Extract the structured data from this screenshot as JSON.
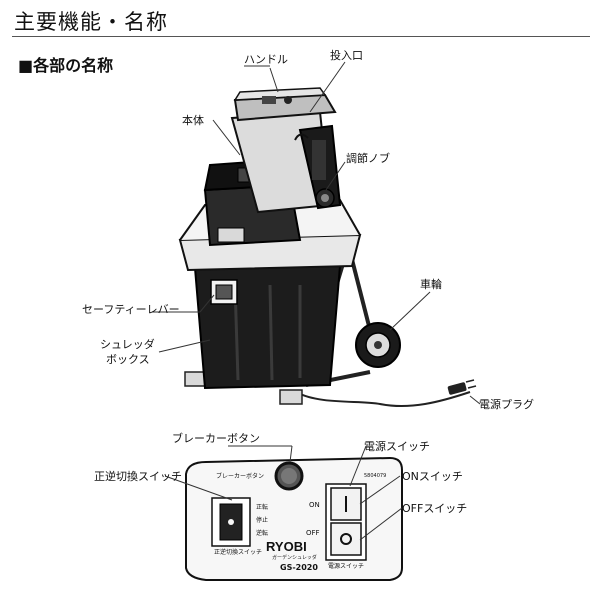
{
  "page": {
    "title": "主要機能・名称",
    "section_title": "■各部の名称"
  },
  "machine_labels": {
    "handle": "ハンドル",
    "inlet": "投入口",
    "body": "本体",
    "adjust_knob": "調節ノブ",
    "wheel": "車輪",
    "safety_lever": "セーフティーレバー",
    "shredder_box_line1": "シュレッダ",
    "shredder_box_line2": "ボックス",
    "power_plug": "電源プラグ"
  },
  "panel_labels": {
    "breaker_button": "ブレーカーボタン",
    "power_switch": "電源スイッチ",
    "fwd_rev_switch": "正逆切換スイッチ",
    "on_switch": "ONスイッチ",
    "off_switch": "OFFスイッチ"
  },
  "control_panel": {
    "breaker_caption": "ブレーカーボタン",
    "model_code": "5804079",
    "fwd": "正転",
    "stop": "停止",
    "rev": "逆転",
    "fwd_rev_caption": "正逆切換スイッチ",
    "on": "ON",
    "off": "OFF",
    "brand": "RYOBI",
    "product_name": "ガーデンシュレッダ",
    "model": "GS-2020",
    "power_caption": "電源スイッチ"
  }
}
